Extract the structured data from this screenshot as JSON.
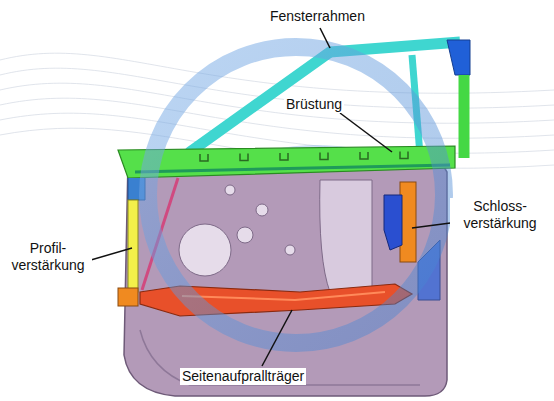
{
  "diagram": {
    "labels": [
      "Fensterrahmen",
      "Brüstung",
      "Schloss- verstärkung",
      "Profil- verstärkung",
      "Seitenaufprallträger"
    ]
  }
}
